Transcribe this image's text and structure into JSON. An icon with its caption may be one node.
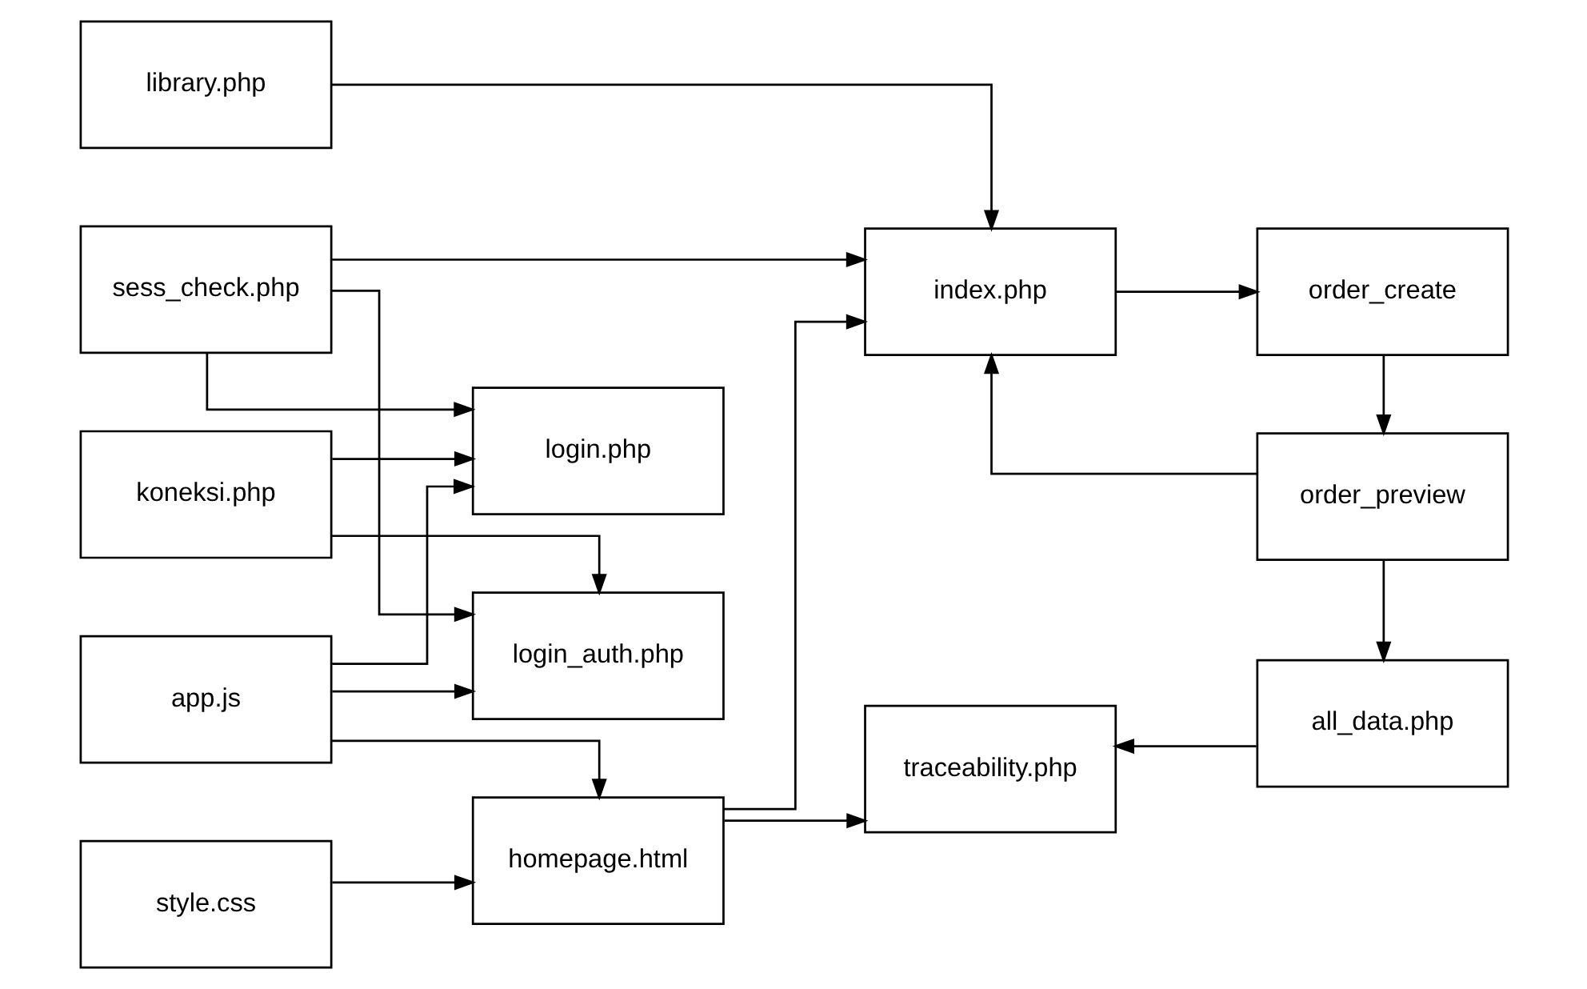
{
  "diagram": {
    "nodes": [
      {
        "text": [
          "koneksi.php"
        ]
      },
      {
        "text": [
          "library.php"
        ]
      },
      {
        "text": [
          "sess_check.php"
        ]
      },
      {
        "text": [
          "style.css"
        ]
      },
      {
        "text": [
          "app.js"
        ]
      },
      {
        "text": [
          "login.php"
        ]
      },
      {
        "text": [
          "login_auth.php"
        ]
      },
      {
        "text": [
          "homepage.html"
        ]
      },
      {
        "text": [
          "index.php"
        ]
      },
      {
        "text": [
          "traceability.php"
        ]
      },
      {
        "text": [
          "order_create"
        ]
      },
      {
        "text": [
          "order_preview"
        ]
      },
      {
        "text": [
          "all_data.php"
        ]
      }
    ],
    "edges": [
      {
        "from": 0,
        "to": 5,
        "arrow": "to"
      },
      {
        "from": 2,
        "to": 5,
        "arrow": "to"
      },
      {
        "from": 4,
        "to": 5,
        "arrow": "to"
      },
      {
        "from": 0,
        "to": 6,
        "arrow": "to"
      },
      {
        "from": 2,
        "to": 6,
        "arrow": "to"
      },
      {
        "from": 4,
        "to": 6,
        "arrow": "to"
      },
      {
        "from": 2,
        "to": 8,
        "arrow": "to"
      },
      {
        "from": 1,
        "to": 8,
        "arrow": "to"
      },
      {
        "from": 3,
        "to": 7,
        "arrow": "to"
      },
      {
        "from": 4,
        "to": 7,
        "arrow": "to"
      },
      {
        "from": 7,
        "to": 8,
        "arrow": "to"
      },
      {
        "from": 7,
        "to": 9,
        "arrow": "to"
      },
      {
        "from": 8,
        "to": 10,
        "arrow": "to"
      },
      {
        "from": 10,
        "to": 11,
        "arrow": "to"
      },
      {
        "from": 11,
        "to": 8,
        "arrow": "to"
      },
      {
        "from": 11,
        "to": 12,
        "arrow": "to"
      },
      {
        "from": 12,
        "to": 9,
        "arrow": "to"
      }
    ]
  }
}
